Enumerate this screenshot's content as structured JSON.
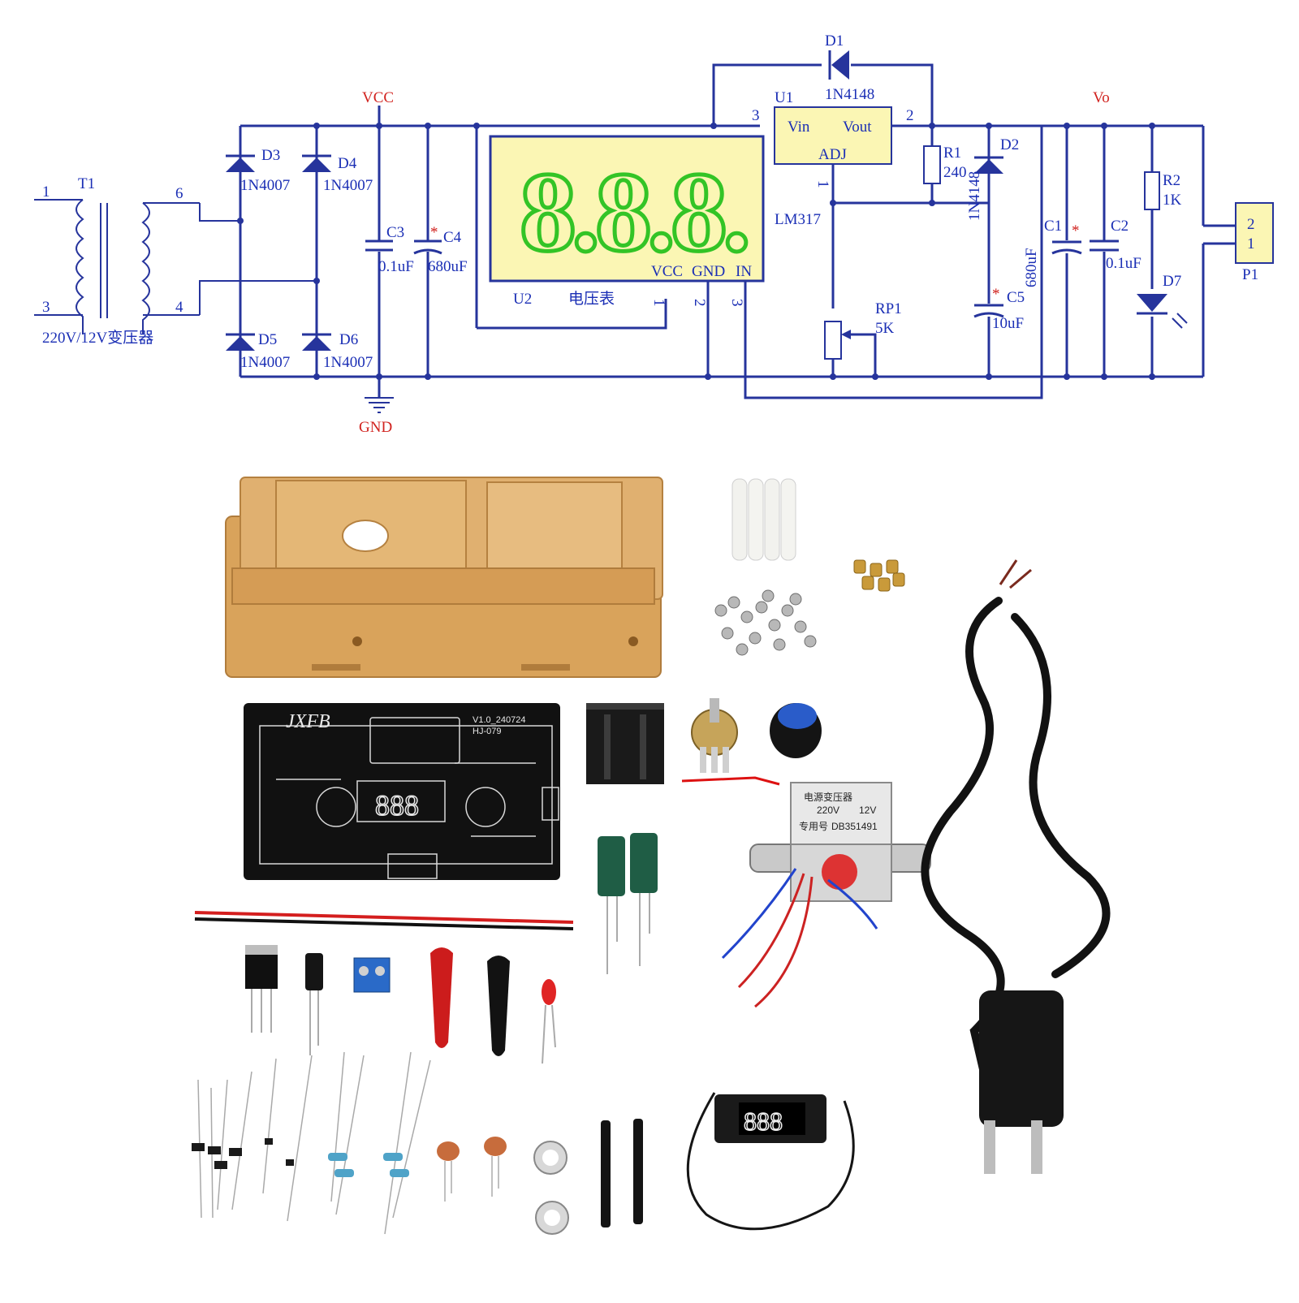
{
  "colors": {
    "wire": "#26349c",
    "label": "#1b2fb5",
    "accent_red": "#d1231f",
    "meter_face": "#fbf6b4",
    "meter_digit": "#33c426",
    "acrylic": "#d9a35b",
    "pcb": "#111111"
  },
  "schematic": {
    "transformer": {
      "ref": "T1",
      "pin1": "1",
      "pin3": "3",
      "pin6": "6",
      "pin4": "4",
      "caption": "220V/12V变压器"
    },
    "diodes": {
      "D3": {
        "ref": "D3",
        "part": "1N4007"
      },
      "D4": {
        "ref": "D4",
        "part": "1N4007"
      },
      "D5": {
        "ref": "D5",
        "part": "1N4007"
      },
      "D6": {
        "ref": "D6",
        "part": "1N4007"
      },
      "D1": {
        "ref": "D1",
        "part": "1N4148"
      },
      "D2": {
        "ref": "D2",
        "part": "1N4148"
      },
      "D7": {
        "ref": "D7"
      }
    },
    "capacitors": {
      "C3": {
        "ref": "C3",
        "value": "0.1uF"
      },
      "C4": {
        "ref": "C4",
        "value": "680uF"
      },
      "C5": {
        "ref": "C5",
        "value": "10uF"
      },
      "C1": {
        "ref": "C1",
        "value": "680uF"
      },
      "C2": {
        "ref": "C2",
        "value": "0.1uF"
      }
    },
    "resistors": {
      "R1": {
        "ref": "R1",
        "value": "240"
      },
      "R2": {
        "ref": "R2",
        "value": "1K"
      },
      "RP1": {
        "ref": "RP1",
        "value": "5K"
      }
    },
    "regulator": {
      "ref": "U1",
      "part": "LM317",
      "vin": "Vin",
      "vout": "Vout",
      "adj": "ADJ",
      "pin_vin": "3",
      "pin_vout": "2",
      "pin_adj": "1"
    },
    "meter": {
      "ref": "U2",
      "name": "电压表",
      "digits": "8.8.8.",
      "pin_vcc": "VCC",
      "pin_gnd": "GND",
      "pin_in": "IN",
      "pin1": "1",
      "pin2": "2",
      "pin3": "3"
    },
    "connector": {
      "ref": "P1",
      "pin2": "2",
      "pin1": "1"
    },
    "nets": {
      "vcc": "VCC",
      "gnd": "GND",
      "vo": "Vo"
    }
  },
  "kit_photo": {
    "pcb": {
      "logo": "JXFB",
      "version": "V1.0_240724",
      "model": "HJ-079",
      "digits": "888"
    },
    "transformer": {
      "title": "电源变压器",
      "input": "220V",
      "output": "12V",
      "model": "DB351491",
      "model_label": "专用号"
    },
    "meter_module": {
      "digits": "888"
    }
  }
}
